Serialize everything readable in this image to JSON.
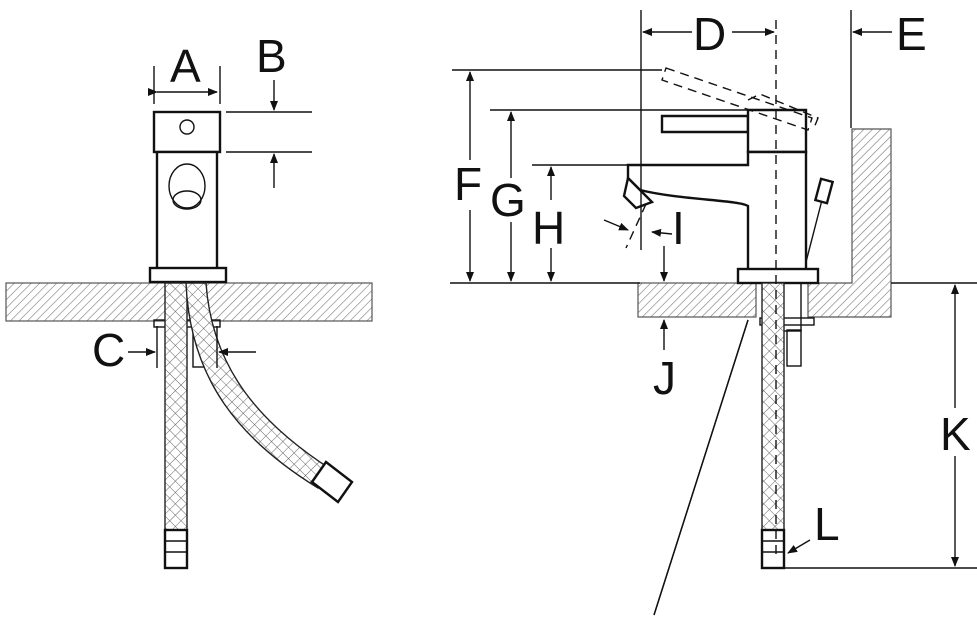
{
  "labels": {
    "a": "A",
    "b": "B",
    "c": "C",
    "d": "D",
    "e": "E",
    "f": "F",
    "g": "G",
    "h": "H",
    "i": "I",
    "j": "J",
    "k": "K",
    "l": "L"
  }
}
